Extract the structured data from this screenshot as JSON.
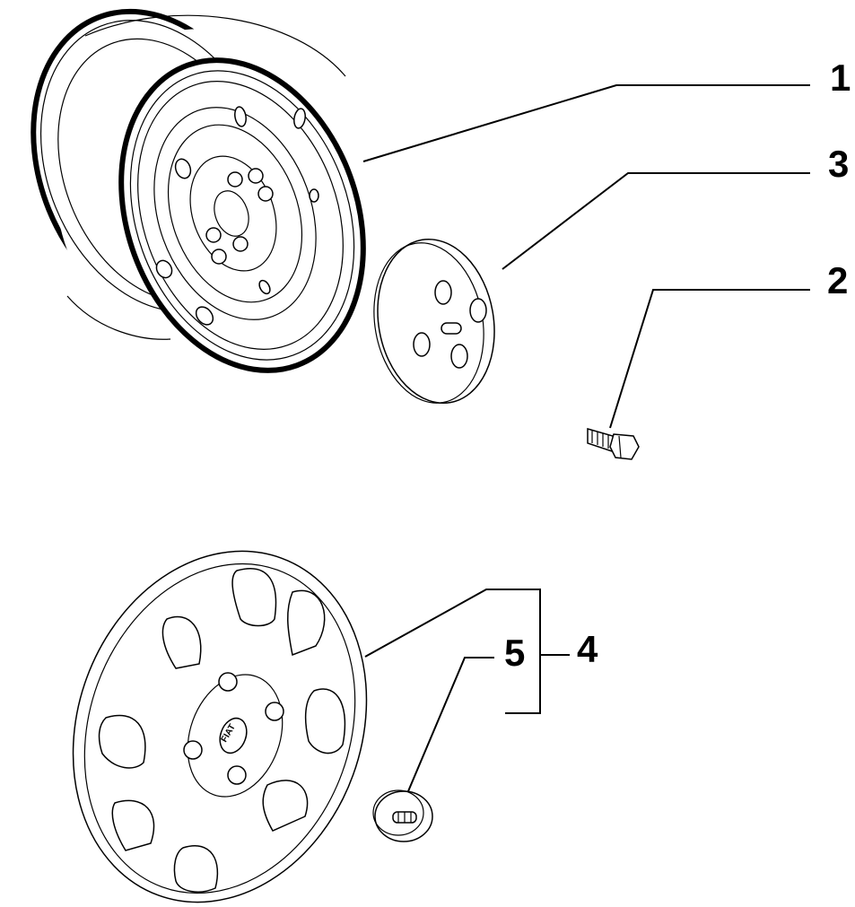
{
  "callouts": {
    "c1": "1",
    "c2": "2",
    "c3": "3",
    "c4": "4",
    "c5": "5"
  },
  "logo_text": {
    "hubcap_center": "FIAT"
  }
}
